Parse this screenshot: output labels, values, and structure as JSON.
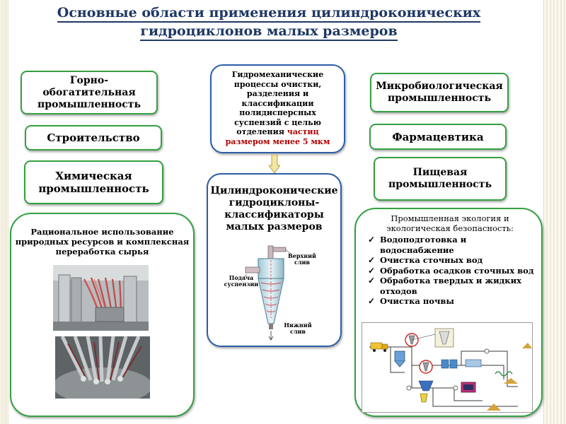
{
  "title": {
    "line1": "Основные области применения цилиндроконических",
    "line2": "гидроциклонов малых размеров"
  },
  "left_boxes": {
    "mining": [
      "Горно-",
      "обогатительная",
      "промышленность"
    ],
    "construction": "Строительство",
    "chemical": [
      "Химическая",
      "промышленность"
    ]
  },
  "right_boxes": {
    "microbiology": [
      "Микробиологическая",
      "промышленность"
    ],
    "pharmacy": "Фармацевтика",
    "food": [
      "Пищевая",
      "промышленность"
    ]
  },
  "center_top": {
    "lines": [
      "Гидромеханические",
      "процессы очистки,",
      "разделения и",
      "классификации",
      "полидисперсных",
      "суспензий с целью"
    ],
    "last_prefix": "отделения ",
    "last_red": "частиц",
    "red_line": "размером менее 5 мкм"
  },
  "center_main": {
    "title": [
      "Цилиндроконические",
      "гидроциклоны-",
      "классификаторы",
      "малых размеров"
    ],
    "labels": {
      "upper_drain": [
        "Верхний",
        "слив"
      ],
      "feed": [
        "Подача",
        "суспензии"
      ],
      "lower_drain": [
        "Нижний",
        "слив"
      ]
    }
  },
  "left_big": {
    "text": [
      "Рациональное использование",
      "природных ресурсов и комплексная",
      "переработка сырья"
    ]
  },
  "right_big": {
    "heading": [
      "Промышленная экология и",
      "экологическая безопасность:"
    ],
    "items": [
      "Водоподготовка и водоснабжение",
      "Очистка сточных вод",
      "Обработка осадков сточных вод",
      "Обработка твердых и жидких отходов",
      "Очистка почвы"
    ]
  },
  "colors": {
    "title": "#1f3864",
    "green_border": "#35a042",
    "blue_border": "#2e5ea8",
    "highlight_red": "#b00000",
    "arrow_fill": "#f2e6a0"
  },
  "icons": {
    "arrow": "down-arrow-icon",
    "bullets": "check-bullet-icon"
  }
}
